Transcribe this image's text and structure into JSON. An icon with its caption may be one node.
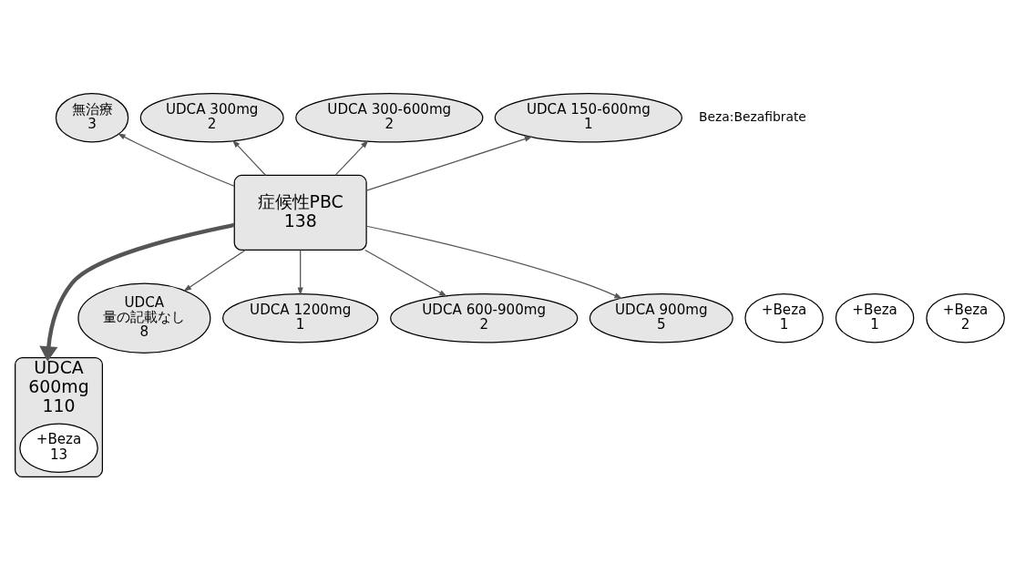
{
  "diagram": {
    "nodes": [
      {
        "text": [
          "症候性PBC",
          "138"
        ]
      },
      {
        "text": [
          "無治療",
          "3"
        ]
      },
      {
        "text": [
          "UDCA 300mg",
          "2"
        ]
      },
      {
        "text": [
          "UDCA 300-600mg",
          "2"
        ]
      },
      {
        "text": [
          "UDCA 150-600mg",
          "1"
        ]
      },
      {
        "text": [
          "UDCA",
          "600mg",
          "110"
        ]
      },
      {
        "text": [
          "+Beza",
          "13"
        ],
        "in": 5
      },
      {
        "text": [
          "UDCA",
          "量の記載なし",
          "8"
        ]
      },
      {
        "text": [
          "+Beza",
          "1"
        ]
      },
      {
        "text": [
          "UDCA 1200mg",
          "1"
        ]
      },
      {
        "text": [
          "UDCA 600-900mg",
          "2"
        ]
      },
      {
        "text": [
          "+Beza",
          "1"
        ]
      },
      {
        "text": [
          "UDCA 900mg",
          "5"
        ]
      },
      {
        "text": [
          "+Beza",
          "2"
        ]
      }
    ],
    "edges": [
      {
        "from": 0,
        "to": 1,
        "arrow": "to"
      },
      {
        "from": 0,
        "to": 2,
        "arrow": "to"
      },
      {
        "from": 0,
        "to": 3,
        "arrow": "to"
      },
      {
        "from": 0,
        "to": 4,
        "arrow": "to"
      },
      {
        "from": 0,
        "to": 5,
        "arrow": "to",
        "style": "thick"
      },
      {
        "from": 0,
        "to": 7,
        "arrow": "to"
      },
      {
        "from": 0,
        "to": 9,
        "arrow": "to"
      },
      {
        "from": 0,
        "to": 10,
        "arrow": "to"
      },
      {
        "from": 0,
        "to": 12,
        "arrow": "to"
      }
    ],
    "labels": [
      "Beza:Bezafibrate"
    ]
  }
}
